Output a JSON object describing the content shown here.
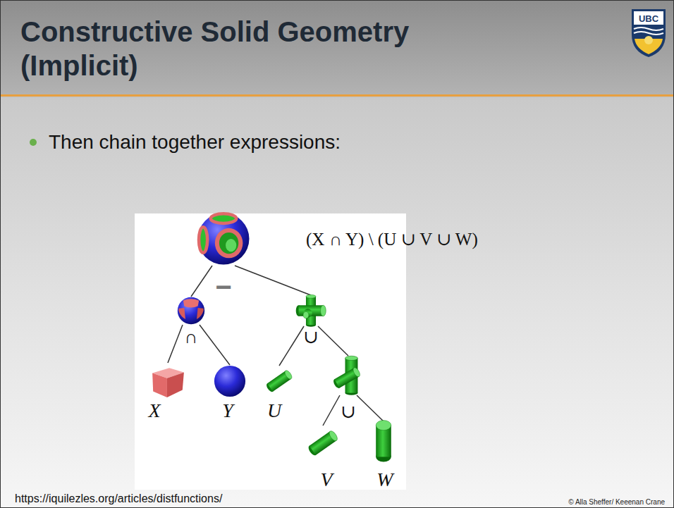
{
  "diagram": {
    "title": "Constructive Solid Geometry (Implicit)",
    "nodes": [
      {
        "text": [
          "(X ∩ Y) \\ (U ∪ V ∪ W)",
          "−"
        ]
      },
      {
        "text": [
          "∩"
        ]
      },
      {
        "text": [
          "∪"
        ]
      },
      {
        "text": [
          "X"
        ]
      },
      {
        "text": [
          "Y"
        ]
      },
      {
        "text": [
          "U"
        ]
      },
      {
        "text": [
          "∪"
        ]
      },
      {
        "text": [
          "V"
        ]
      },
      {
        "text": [
          "W"
        ]
      }
    ],
    "edges": [
      {
        "from": 0,
        "to": 1,
        "arrow": "none"
      },
      {
        "from": 0,
        "to": 2,
        "arrow": "none"
      },
      {
        "from": 1,
        "to": 3,
        "arrow": "none"
      },
      {
        "from": 1,
        "to": 4,
        "arrow": "none"
      },
      {
        "from": 2,
        "to": 5,
        "arrow": "none"
      },
      {
        "from": 2,
        "to": 6,
        "arrow": "none"
      },
      {
        "from": 6,
        "to": 7,
        "arrow": "none"
      },
      {
        "from": 6,
        "to": 8,
        "arrow": "none"
      }
    ],
    "labels": [
      "Then chain together expressions:",
      "https://iquilezles.org/articles/distfunctions/",
      "© Alla Sheffer/ Keeenan Crane",
      "UBC"
    ]
  }
}
